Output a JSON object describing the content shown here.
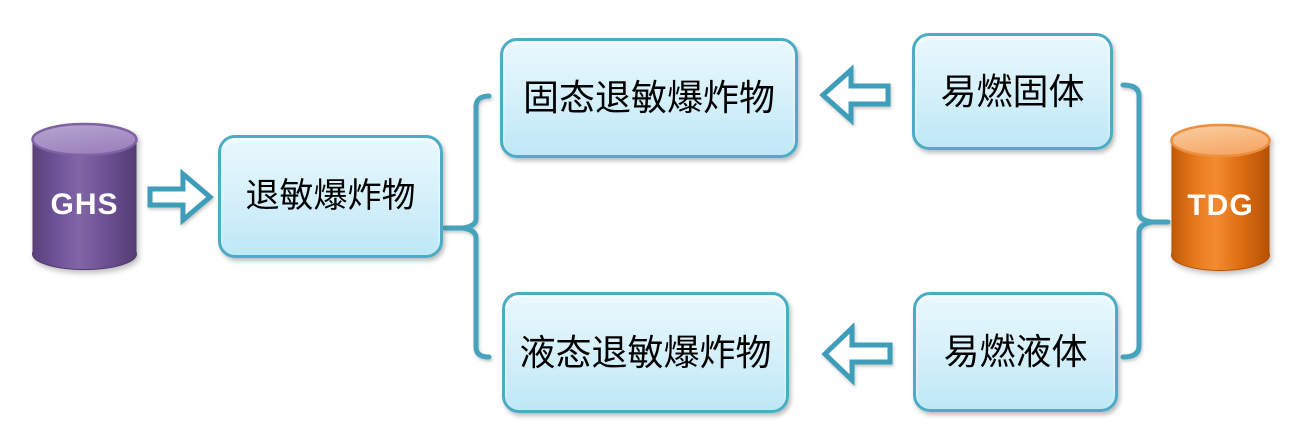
{
  "diagram": {
    "title": "GHS-TDG desensitized explosives classification mapping",
    "palette": {
      "accent_teal": "#45A3BE",
      "box_border": "#4BACC6",
      "box_fill_top": "#E9F8FD",
      "box_fill_bottom": "#BEE8F6",
      "ghs_purple": "#7A5CA0",
      "tdg_orange": "#EF7F26",
      "text_color": "#000000",
      "cylinder_text_color": "#FFFFFF"
    },
    "sources": {
      "ghs": {
        "label": "GHS",
        "shape": "cylinder"
      },
      "tdg": {
        "label": "TDG",
        "shape": "cylinder"
      }
    },
    "nodes": {
      "center": {
        "label": "退敏爆炸物"
      },
      "solid": {
        "label": "固态退敏爆炸物"
      },
      "liquid": {
        "label": "液态退敏爆炸物"
      },
      "flammable_solid": {
        "label": "易燃固体"
      },
      "flammable_liquid": {
        "label": "易燃液体"
      }
    },
    "connectors": {
      "ghs_to_center": "hollow-block-arrow-right",
      "center_split": "left-brace-to-solid-and-liquid",
      "flammable_solid_to_solid": "hollow-block-arrow-left",
      "flammable_liquid_to_liquid": "hollow-block-arrow-left",
      "tdg_group": "right-brace-grouping-flammable-solid-and-liquid"
    }
  }
}
